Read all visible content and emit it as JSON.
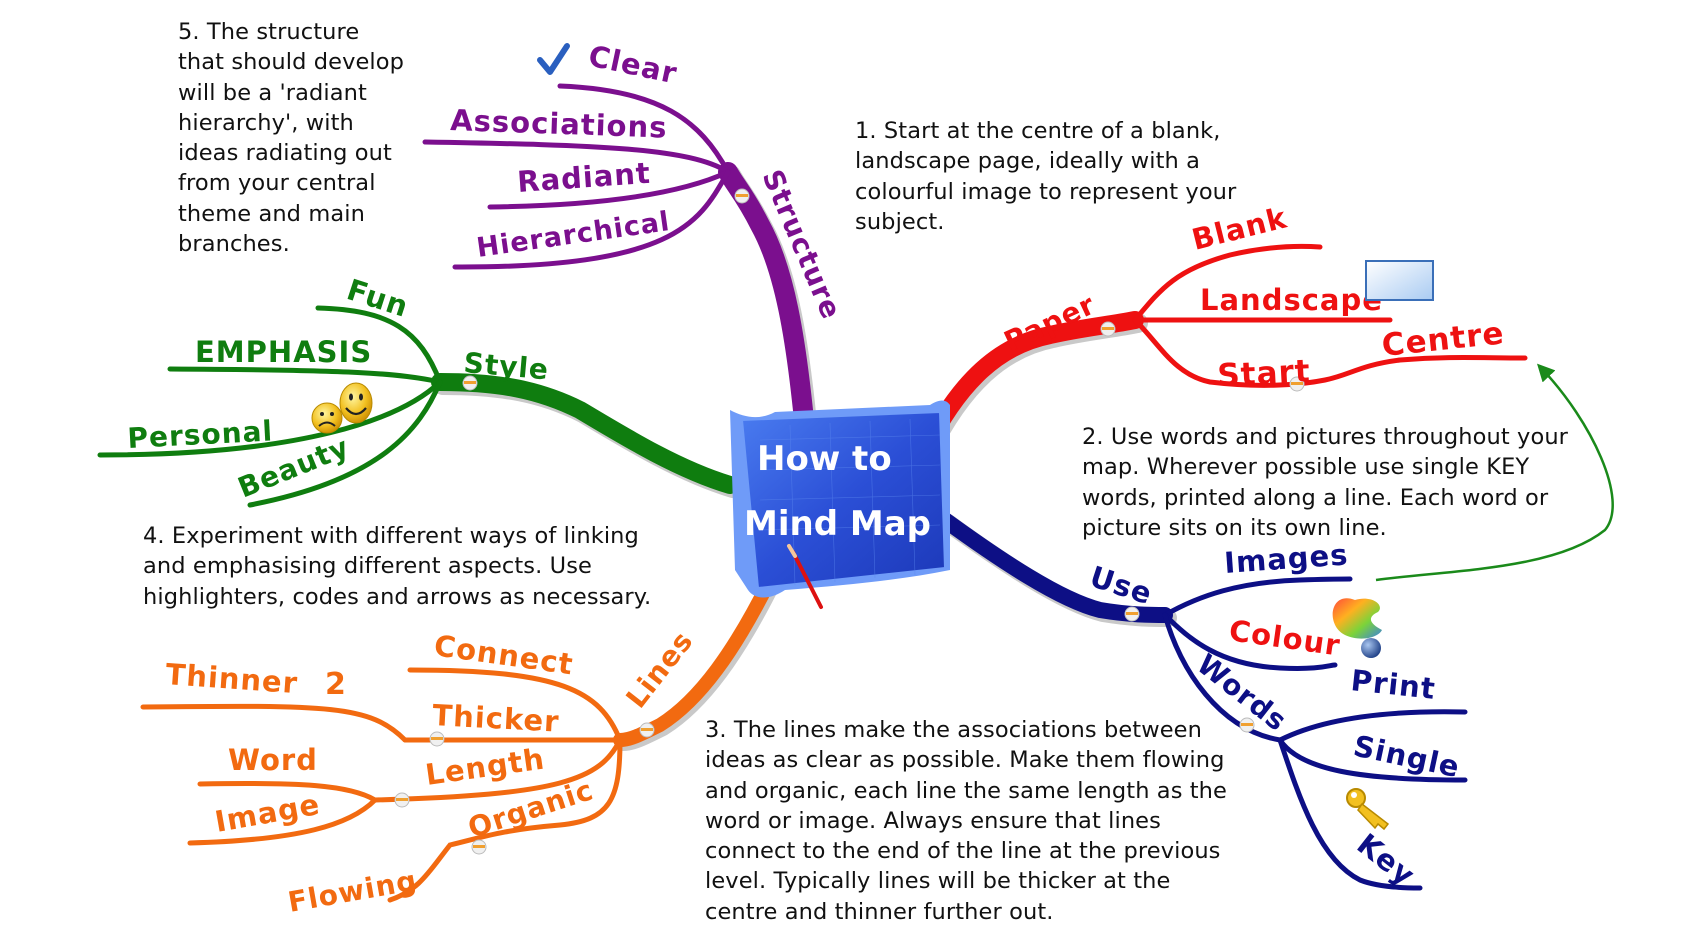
{
  "central_topic": {
    "line1": "How to",
    "line2": "Mind Map"
  },
  "colors": {
    "structure": "#7b0f8e",
    "paper": "#ee1111",
    "use": "#0d0f85",
    "lines": "#f26a10",
    "style": "#0f7d0f",
    "arrow": "#1a8a1a",
    "central_bg": "#2f55d8"
  },
  "branches": {
    "structure": {
      "label": "Structure",
      "children": [
        "Clear",
        "Associations",
        "Radiant",
        "Hierarchical"
      ]
    },
    "paper": {
      "label": "Paper",
      "children": [
        "Blank",
        "Landscape",
        "Start",
        "Centre"
      ]
    },
    "use": {
      "label": "Use",
      "children": [
        "Images",
        "Colour",
        "Words"
      ],
      "words_children": [
        "Print",
        "Single",
        "Key"
      ]
    },
    "lines": {
      "label": "Lines",
      "children": [
        "Connect",
        "Thicker",
        "Thinner",
        "2",
        "Length",
        "Word",
        "Image",
        "Organic",
        "Flowing"
      ]
    },
    "style": {
      "label": "Style",
      "children": [
        "Fun",
        "EMPHASIS",
        "Personal",
        "Beauty"
      ]
    }
  },
  "notes": {
    "note1": "1. Start at the centre of a blank,\nlandscape page, ideally with a\ncolourful image to represent your\nsubject.",
    "note2": "2. Use words and pictures throughout your\nmap. Wherever possible use single KEY\nwords, printed along a line. Each word or\npicture sits on its own line.",
    "note3": "3. The lines make the associations between\nideas as clear as possible. Make them flowing\nand organic, each line the same length as the\nword or image. Always ensure that lines\nconnect to the end of the line at the previous\nlevel. Typically lines will be thicker at the\ncentre and thinner further out.",
    "note4": "4. Experiment with different ways of linking\nand emphasising different aspects. Use\nhighlighters, codes and arrows as necessary.",
    "note5": "5. The structure\nthat should develop\nwill be a 'radiant\nhierarchy', with\nideas radiating out\nfrom your central\ntheme and main\nbranches."
  },
  "icons": [
    "checkmark-icon",
    "rectangle-icon",
    "smiley-icon",
    "sad-face-icon",
    "palette-icon",
    "key-icon",
    "pencil-icon"
  ]
}
